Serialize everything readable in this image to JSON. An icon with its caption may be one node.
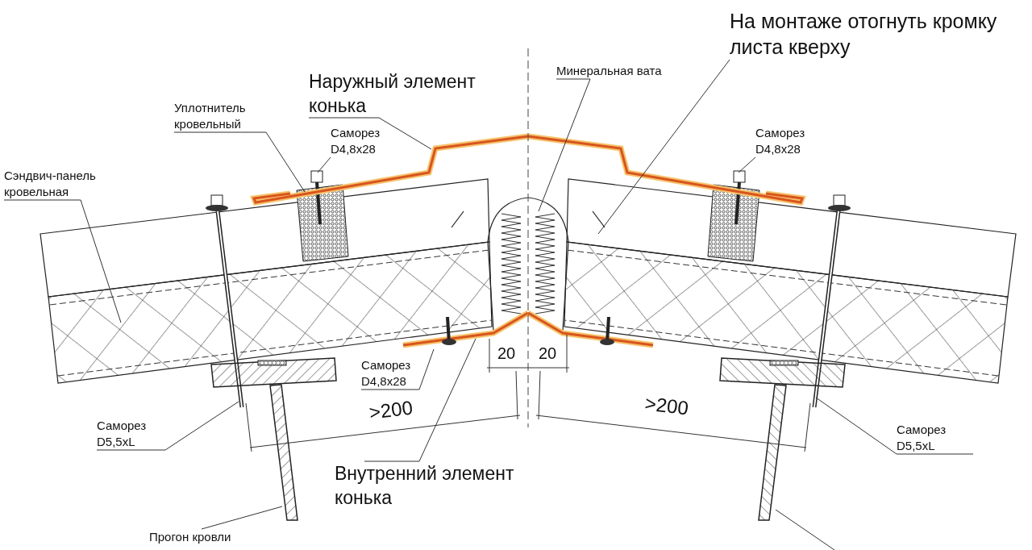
{
  "diagram": {
    "nodes": [
      {
        "text": [
          "Наружный элемент конька"
        ]
      },
      {
        "text": [
          "На монтаже отогнуть кромку листа кверху"
        ]
      },
      {
        "text": [
          "Минеральная вата"
        ]
      },
      {
        "text": [
          "Уплотнитель кровельный"
        ]
      },
      {
        "text": [
          "Саморез D4,8x28"
        ]
      },
      {
        "text": [
          "Саморез D4,8x28"
        ]
      },
      {
        "text": [
          "Сэндвич-панель кровельная"
        ]
      },
      {
        "text": [
          "Саморез D4,8x28"
        ]
      },
      {
        "text": [
          "Саморез D5,5xL"
        ]
      },
      {
        "text": [
          "Саморез D5,5xL"
        ]
      },
      {
        "text": [
          "Внутренний элемент конька"
        ]
      },
      {
        "text": [
          "Прогон кровли"
        ]
      }
    ],
    "edges": [
      {
        "from": 0,
        "to": null,
        "arrow": "none"
      },
      {
        "from": 1,
        "to": null,
        "arrow": "none"
      },
      {
        "from": 2,
        "to": null,
        "arrow": "none"
      },
      {
        "from": 3,
        "to": null,
        "arrow": "none"
      },
      {
        "from": 4,
        "to": null,
        "arrow": "none"
      },
      {
        "from": 5,
        "to": null,
        "arrow": "none"
      },
      {
        "from": 6,
        "to": null,
        "arrow": "none"
      },
      {
        "from": 7,
        "to": null,
        "arrow": "none"
      },
      {
        "from": 8,
        "to": null,
        "arrow": "none"
      },
      {
        "from": 9,
        "to": null,
        "arrow": "none"
      },
      {
        "from": 10,
        "to": null,
        "arrow": "none"
      },
      {
        "from": 11,
        "to": null,
        "arrow": "none"
      }
    ],
    "labels": [
      "20",
      "20",
      ">200",
      ">200"
    ]
  }
}
